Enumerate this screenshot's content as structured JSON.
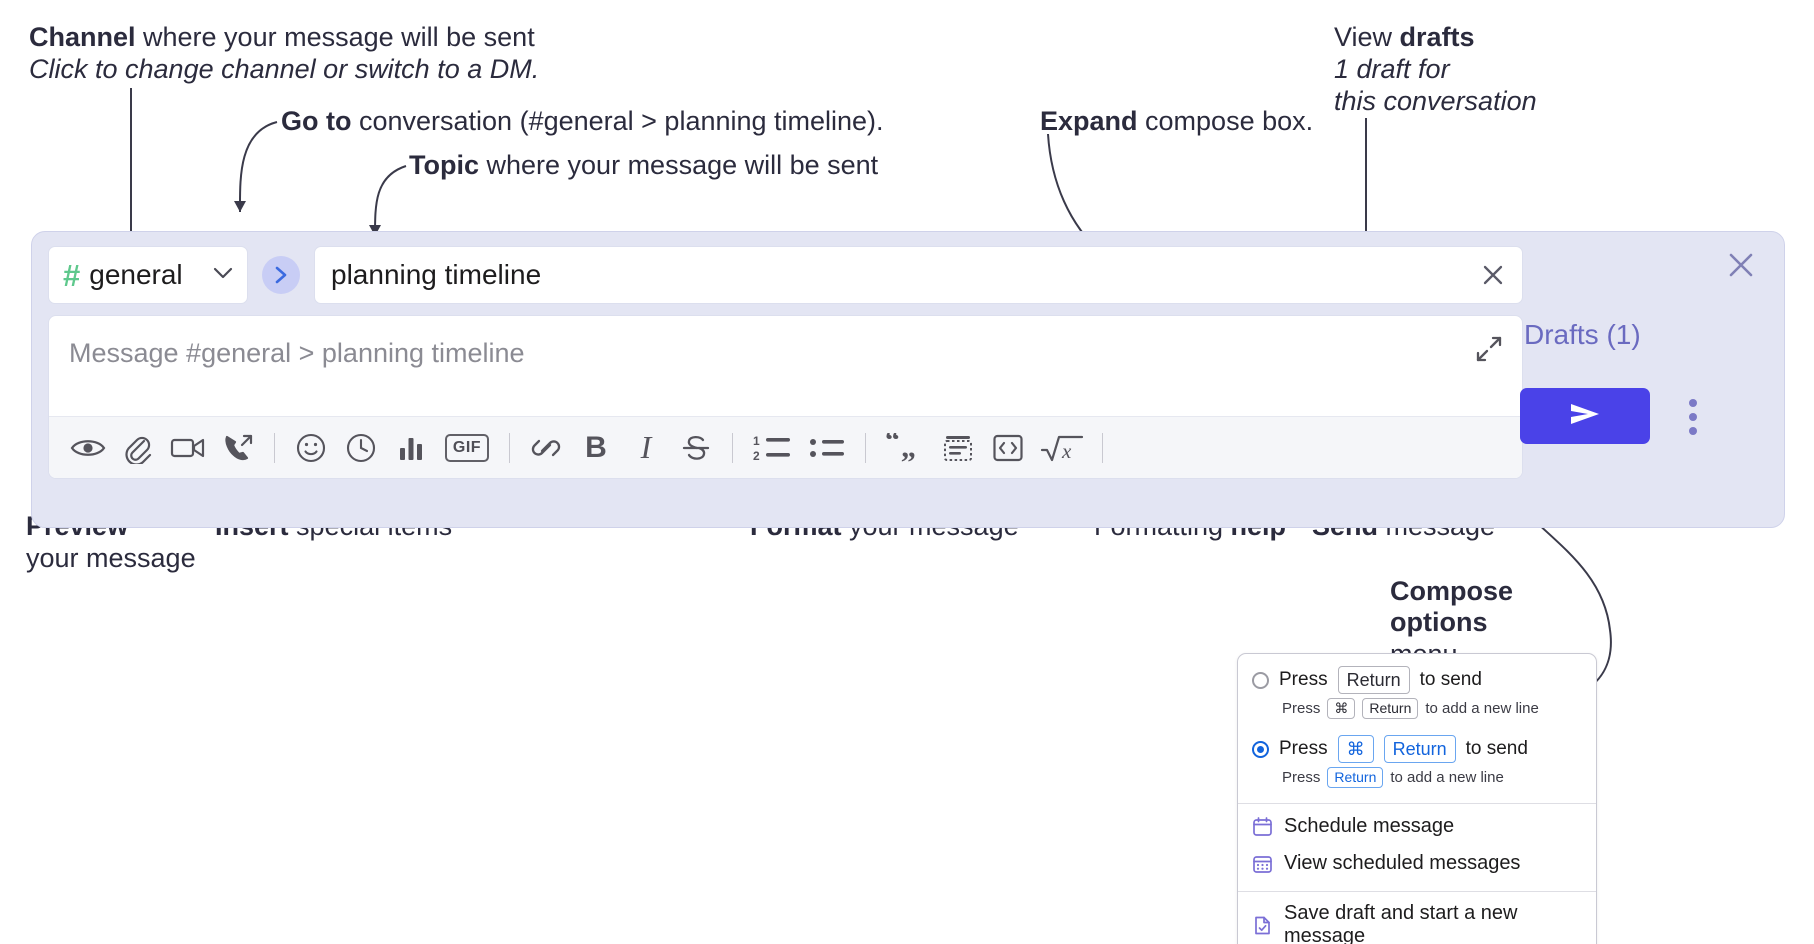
{
  "annotations": {
    "channel": {
      "bold": "Channel",
      "rest": " where your message will be sent",
      "sub": "Click to change channel or switch to a DM."
    },
    "goto": {
      "bold": "Go to",
      "rest": " conversation (#general > planning timeline)."
    },
    "topic": {
      "bold": "Topic",
      "rest": " where your message will be sent"
    },
    "expand": {
      "bold": "Expand",
      "rest": " compose box."
    },
    "drafts": {
      "pre": "View ",
      "bold": "drafts",
      "sub1": "1 draft for",
      "sub2": "this conversation"
    },
    "preview": {
      "bold": "Preview",
      "sub": "your message"
    },
    "insert": {
      "bold": "Insert",
      "rest": " special items"
    },
    "format": {
      "bold": "Format",
      "rest": " your message"
    },
    "help": {
      "pre": "Formatting ",
      "bold": "help"
    },
    "send": {
      "bold": "Send",
      "rest": " message"
    },
    "compose_options": {
      "bold1": "Compose",
      "bold2": "options",
      "rest": "menu"
    }
  },
  "compose": {
    "channel": {
      "hash": "#",
      "name": "general",
      "chevron": "chevron-down"
    },
    "goto_button_icon": "chevron-right",
    "topic": {
      "value": "planning timeline",
      "clear_icon": "close-x"
    },
    "message": {
      "placeholder": "Message #general > planning timeline",
      "expand_icon": "expand-arrows"
    },
    "toolbar": [
      {
        "name": "preview",
        "icon": "eye"
      },
      {
        "name": "attach",
        "icon": "paperclip"
      },
      {
        "name": "video",
        "icon": "video-camera"
      },
      {
        "name": "call",
        "icon": "phone-outgoing"
      },
      {
        "name": "separator",
        "icon": "divider"
      },
      {
        "name": "emoji",
        "icon": "smiley"
      },
      {
        "name": "reminder",
        "icon": "clock"
      },
      {
        "name": "poll",
        "icon": "bar-chart"
      },
      {
        "name": "gif",
        "icon": "gif",
        "label": "GIF"
      },
      {
        "name": "separator",
        "icon": "divider"
      },
      {
        "name": "link",
        "icon": "link"
      },
      {
        "name": "bold",
        "icon": "letter",
        "label": "B"
      },
      {
        "name": "italic",
        "icon": "letter-italic",
        "label": "I"
      },
      {
        "name": "strikethrough",
        "icon": "strikethrough",
        "label": "S"
      },
      {
        "name": "separator",
        "icon": "divider"
      },
      {
        "name": "ordered-list",
        "icon": "numbered-list"
      },
      {
        "name": "bulleted-list",
        "icon": "bulleted-list"
      },
      {
        "name": "separator",
        "icon": "divider"
      },
      {
        "name": "quote",
        "icon": "quote-marks"
      },
      {
        "name": "spoiler",
        "icon": "spoiler"
      },
      {
        "name": "code",
        "icon": "code-brackets"
      },
      {
        "name": "math",
        "icon": "square-root-x"
      },
      {
        "name": "separator",
        "icon": "divider"
      },
      {
        "name": "formatting-help",
        "icon": "question-mark",
        "label": "?"
      }
    ]
  },
  "right_panel": {
    "close_icon": "close-x",
    "drafts_label": "Drafts (1)",
    "send_icon": "send-arrow",
    "kebab_icon": "vertical-dots"
  },
  "options_menu": {
    "option1": {
      "selected": false,
      "press": "Press",
      "key1": "Return",
      "tail": "to send",
      "sub_press": "Press",
      "sub_key1": "⌘",
      "sub_key2": "Return",
      "sub_tail": "to add a new line"
    },
    "option2": {
      "selected": true,
      "press": "Press",
      "key1": "⌘",
      "key2": "Return",
      "tail": "to send",
      "sub_press": "Press",
      "sub_key1": "Return",
      "sub_tail": "to add a new line"
    },
    "items": [
      {
        "label": "Schedule message",
        "icon": "calendar-clock-icon"
      },
      {
        "label": "View scheduled messages",
        "icon": "calendar-grid-icon"
      },
      {
        "label": "Save draft and start a new message",
        "icon": "file-check-icon"
      }
    ]
  },
  "colors": {
    "shell_bg": "#e3e5f3",
    "accent_send": "#4a42e8",
    "drafts_text": "#6a6ac0",
    "hash_green": "#5ec88c",
    "goto_blue": "#3b6ae0",
    "radio_blue": "#1264dd"
  }
}
